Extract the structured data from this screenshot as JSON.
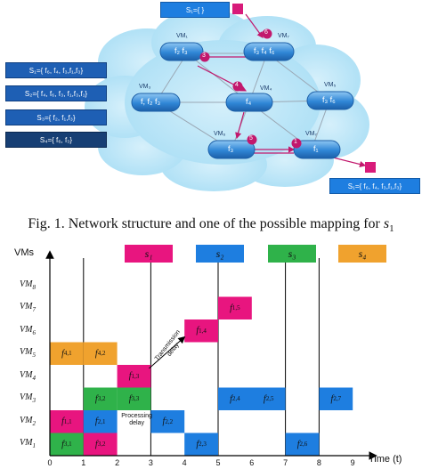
{
  "figure1": {
    "s1_top": "S₁={ }",
    "s1_final": "S₁={ f₆, f₄, f₃,f₁,f₃}",
    "service_boxes": [
      {
        "label": "S₁={ f₆, f₄, f₃,f₁,f₃}",
        "color": "#1e5fb4"
      },
      {
        "label": "S₂={ f₄, f₆, f₃, f₁,f₃,f₁}",
        "color": "#1e5fb4"
      },
      {
        "label": "S₃={ f₂, f₁,f₃}",
        "color": "#1e5fb4"
      },
      {
        "label": "S₄={ f₆, f₃}",
        "color": "#173f74"
      }
    ],
    "nodes": [
      {
        "vm": "VM₁",
        "funcs": "f₂ f₃"
      },
      {
        "vm": "VM₇",
        "funcs": "f₃ f₄ f₆"
      },
      {
        "vm": "VM₃",
        "funcs": "f, f₂ f₃"
      },
      {
        "vm": "VM₄",
        "funcs": "f₄"
      },
      {
        "vm": "VM₅",
        "funcs": "f₃ f₆"
      },
      {
        "vm": "VM₆",
        "funcs": "f₃"
      },
      {
        "vm": "VM₇",
        "funcs": "f₁"
      }
    ],
    "steps": [
      "6",
      "3",
      "4",
      "5",
      "1"
    ],
    "caption_prefix": "Fig. 1.",
    "caption_text": "Network structure and one of the possible mapping for",
    "caption_math": "s",
    "caption_sub": "1"
  },
  "chart_data": {
    "type": "gantt",
    "y_axis_label": "VMs",
    "x_axis_label": "Time (t)",
    "rows": [
      "VM8",
      "VM7",
      "VM6",
      "VM5",
      "VM4",
      "VM3",
      "VM2",
      "VM1"
    ],
    "row_labels": [
      {
        "base": "VM",
        "sub": "8"
      },
      {
        "base": "VM",
        "sub": "7"
      },
      {
        "base": "VM",
        "sub": "6"
      },
      {
        "base": "VM",
        "sub": "5"
      },
      {
        "base": "VM",
        "sub": "4"
      },
      {
        "base": "VM",
        "sub": "3"
      },
      {
        "base": "VM",
        "sub": "2"
      },
      {
        "base": "VM",
        "sub": "1"
      }
    ],
    "x_ticks": [
      "0",
      "1",
      "2",
      "3",
      "4",
      "5",
      "6",
      "7",
      "8",
      "9"
    ],
    "x_tick_values": [
      0,
      1,
      2,
      3,
      4,
      5,
      6,
      7,
      8,
      9
    ],
    "xlim": [
      0,
      9.5
    ],
    "vertical_lines": [
      1,
      3,
      5,
      7,
      8
    ],
    "legend": [
      {
        "label": "s₁",
        "color": "#e8157f"
      },
      {
        "label": "s₂",
        "color": "#1e7ee0"
      },
      {
        "label": "s₃",
        "color": "#2fb24a"
      },
      {
        "label": "s₄",
        "color": "#f0a22e"
      }
    ],
    "tasks": [
      {
        "vm": "VM1",
        "start": 0,
        "end": 1,
        "f": "f",
        "sub": "3,1",
        "color": "#2fb24a"
      },
      {
        "vm": "VM1",
        "start": 1,
        "end": 2,
        "f": "f",
        "sub": "3,2",
        "color": "#e8157f"
      },
      {
        "vm": "VM1",
        "start": 4,
        "end": 5,
        "f": "f",
        "sub": "2,3",
        "color": "#1e7ee0"
      },
      {
        "vm": "VM1",
        "start": 7,
        "end": 8,
        "f": "f",
        "sub": "2,6",
        "color": "#1e7ee0"
      },
      {
        "vm": "VM2",
        "start": 0,
        "end": 1,
        "f": "f",
        "sub": "1,1",
        "color": "#e8157f"
      },
      {
        "vm": "VM2",
        "start": 1,
        "end": 2,
        "f": "f",
        "sub": "2,1",
        "color": "#1e7ee0"
      },
      {
        "vm": "VM2",
        "start": 3,
        "end": 4,
        "f": "f",
        "sub": "2,2",
        "color": "#1e7ee0"
      },
      {
        "vm": "VM3",
        "start": 1,
        "end": 2,
        "f": "f",
        "sub": "3,2",
        "color": "#2fb24a"
      },
      {
        "vm": "VM3",
        "start": 2,
        "end": 3,
        "f": "f",
        "sub": "3,3",
        "color": "#2fb24a"
      },
      {
        "vm": "VM3",
        "start": 5,
        "end": 7,
        "f": "f",
        "sub": "2,4",
        "f2": "f",
        "sub2": "2,5",
        "color": "#1e7ee0"
      },
      {
        "vm": "VM3",
        "start": 8,
        "end": 9,
        "f": "f",
        "sub": "2,7",
        "color": "#1e7ee0"
      },
      {
        "vm": "VM4",
        "start": 2,
        "end": 3,
        "f": "f",
        "sub": "1,3",
        "color": "#e8157f"
      },
      {
        "vm": "VM5",
        "start": 0,
        "end": 1,
        "f": "f",
        "sub": "4,1",
        "color": "#f0a22e"
      },
      {
        "vm": "VM5",
        "start": 1,
        "end": 2,
        "f": "f",
        "sub": "4,2",
        "color": "#f0a22e"
      },
      {
        "vm": "VM6",
        "start": 4,
        "end": 5,
        "f": "f",
        "sub": "1,4",
        "color": "#e8157f"
      },
      {
        "vm": "VM7",
        "start": 5,
        "end": 6,
        "f": "f",
        "sub": "1,5",
        "color": "#e8157f"
      }
    ],
    "annotations": [
      {
        "text": "Processing delay"
      },
      {
        "text": "Transmission delay"
      }
    ]
  }
}
